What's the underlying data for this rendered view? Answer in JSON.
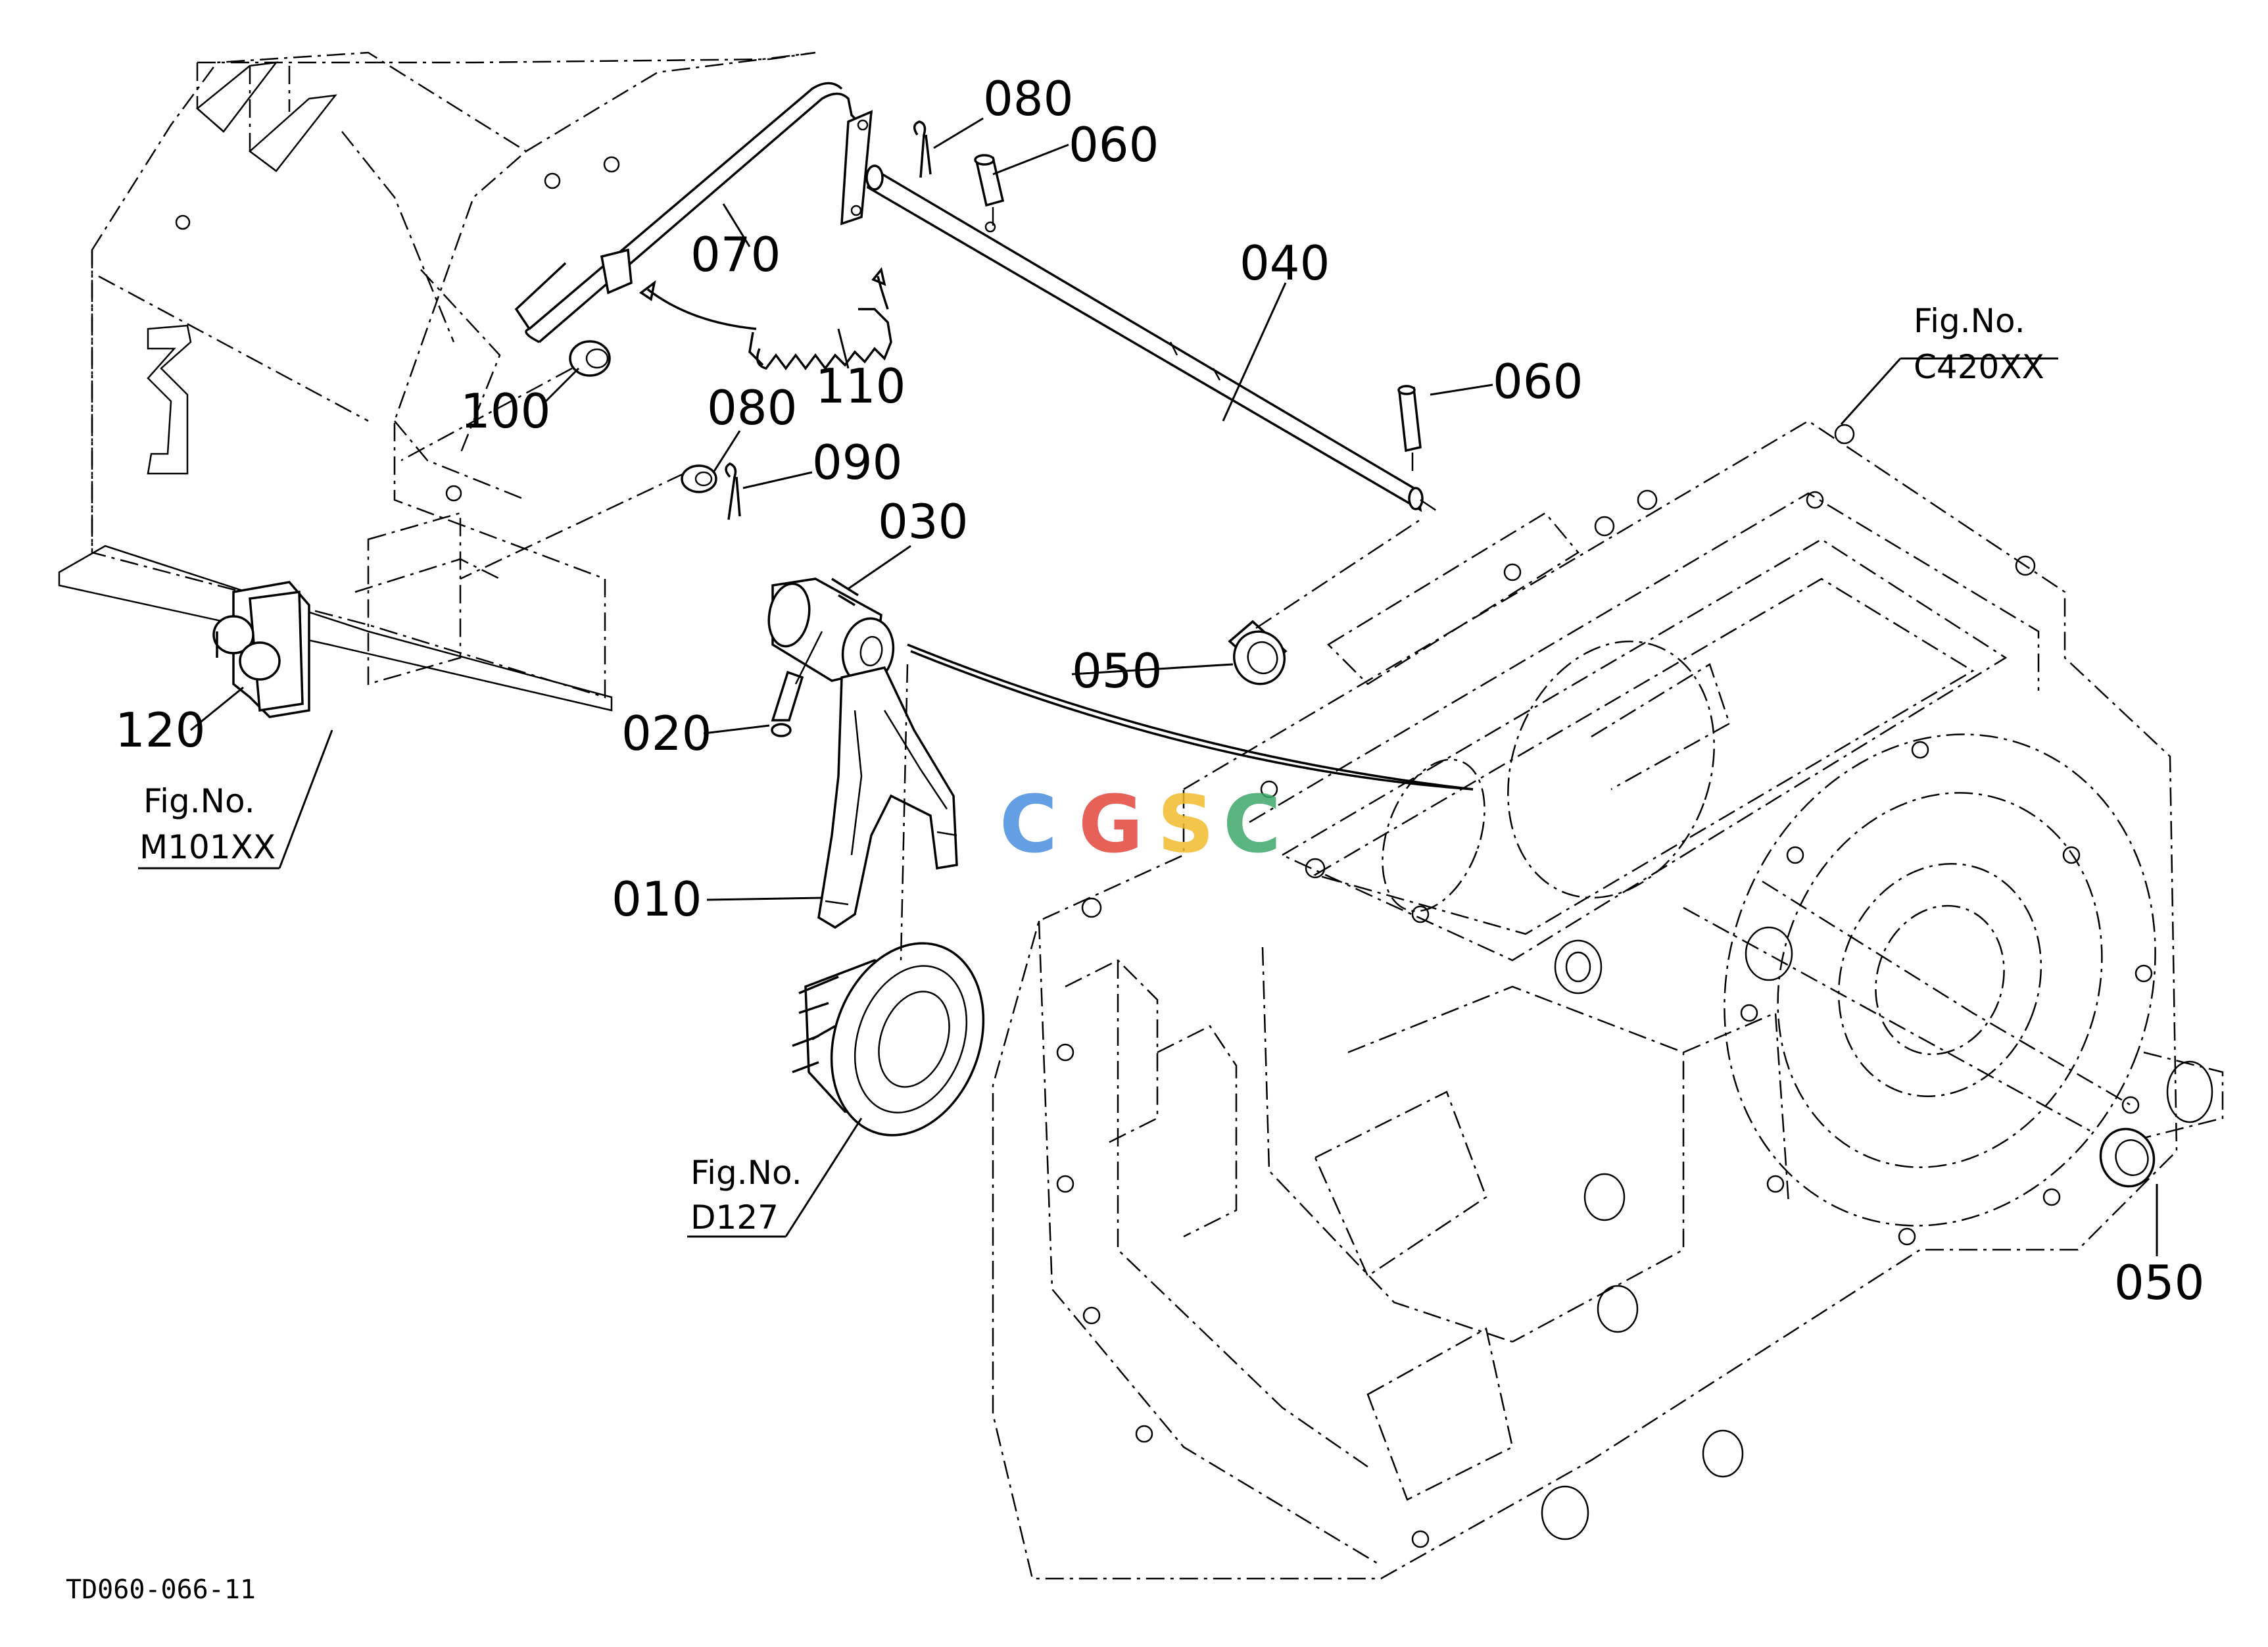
{
  "callouts": {
    "p010": "010",
    "p020": "020",
    "p030": "030",
    "p040": "040",
    "p050a": "050",
    "p050b": "050",
    "p060a": "060",
    "p060b": "060",
    "p070": "070",
    "p080a": "080",
    "p080b": "080",
    "p090": "090",
    "p100": "100",
    "p110": "110",
    "p120": "120"
  },
  "figure_refs": {
    "c420": {
      "label": "Fig.No.",
      "number": "C420XX"
    },
    "m101": {
      "label": "Fig.No.",
      "number": "M101XX"
    },
    "d127": {
      "label": "Fig.No.",
      "number": "D127"
    }
  },
  "watermark": {
    "letters": [
      "C",
      "G",
      "S",
      "C"
    ],
    "colors": [
      "#4a8fe0",
      "#e2463a",
      "#f2bd2c",
      "#3da86b"
    ]
  },
  "document_id": "TD060-066-11"
}
